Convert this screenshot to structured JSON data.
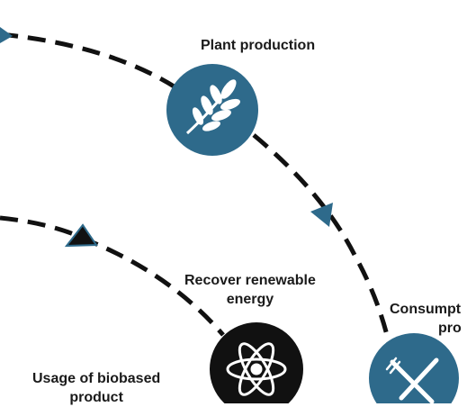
{
  "labels": {
    "plant_production": "Plant production",
    "recover_energy_line1": "Recover renewable",
    "recover_energy_line2": "energy",
    "consumption_line1": "Consumpt",
    "consumption_line2": "pro",
    "usage_line1": "Usage of biobased",
    "usage_line2": "product"
  },
  "icons": {
    "plant_production": "wheat-icon",
    "recover_energy": "atom-icon",
    "consumption": "fork-knife-icon"
  },
  "colors": {
    "teal": "#2e6a8b",
    "black": "#111111",
    "line": "#111111"
  }
}
